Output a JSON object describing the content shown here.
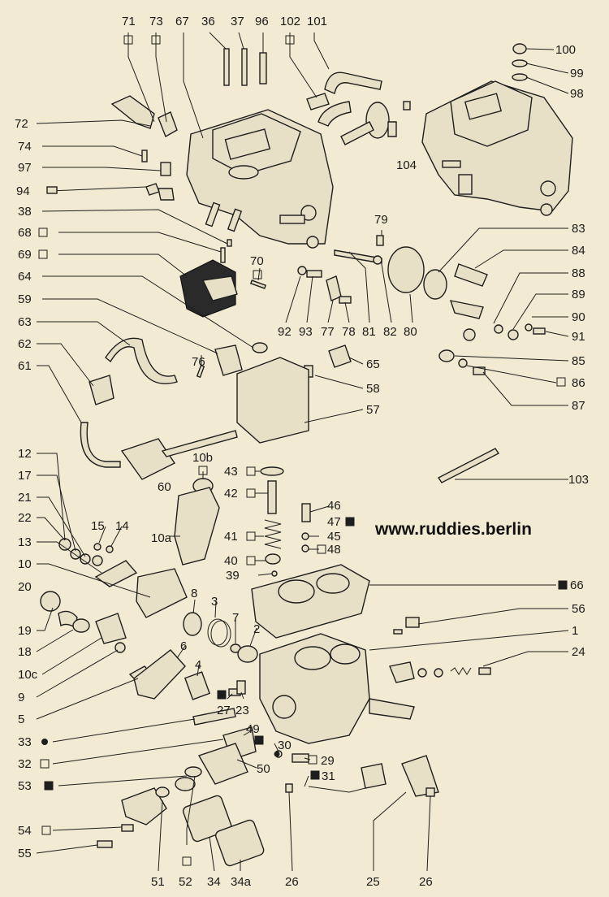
{
  "watermark": "www.ruddies.berlin",
  "callouts": {
    "n1": "1",
    "n2": "2",
    "n3": "3",
    "n4": "4",
    "n5": "5",
    "n6": "6",
    "n7": "7",
    "n8": "8",
    "n9": "9",
    "n10": "10",
    "n10a": "10a",
    "n10b": "10b",
    "n10c": "10c",
    "n12": "12",
    "n13": "13",
    "n14": "14",
    "n15": "15",
    "n17": "17",
    "n18": "18",
    "n19": "19",
    "n20": "20",
    "n21": "21",
    "n22": "22",
    "n23": "23",
    "n24": "24",
    "n25": "25",
    "n26a": "26",
    "n26b": "26",
    "n27": "27",
    "n29": "29",
    "n30": "30",
    "n31": "31",
    "n32": "32",
    "n33": "33",
    "n34": "34",
    "n34a": "34a",
    "n36": "36",
    "n37": "37",
    "n38": "38",
    "n39": "39",
    "n40": "40",
    "n41": "41",
    "n42": "42",
    "n43": "43",
    "n45": "45",
    "n46": "46",
    "n47": "47",
    "n48": "48",
    "n49": "49",
    "n50": "50",
    "n51": "51",
    "n52": "52",
    "n53": "53",
    "n54": "54",
    "n55": "55",
    "n56": "56",
    "n57": "57",
    "n58": "58",
    "n59": "59",
    "n60": "60",
    "n61": "61",
    "n62": "62",
    "n63": "63",
    "n64": "64",
    "n65": "65",
    "n66": "66",
    "n67": "67",
    "n68": "68",
    "n69": "69",
    "n70": "70",
    "n71": "71",
    "n72": "72",
    "n73": "73",
    "n74": "74",
    "n76": "76",
    "n77": "77",
    "n78": "78",
    "n79": "79",
    "n80": "80",
    "n81": "81",
    "n82": "82",
    "n83": "83",
    "n84": "84",
    "n85": "85",
    "n86": "86",
    "n87": "87",
    "n88": "88",
    "n89": "89",
    "n90": "90",
    "n91": "91",
    "n92": "92",
    "n93": "93",
    "n94": "94",
    "n96": "96",
    "n97": "97",
    "n98": "98",
    "n99": "99",
    "n100": "100",
    "n101": "101",
    "n102": "102",
    "n103": "103",
    "n104": "104"
  },
  "colors": {
    "background": "#f2ead2",
    "ink": "#1e1e1e",
    "part_fill": "#e8e0c6"
  }
}
